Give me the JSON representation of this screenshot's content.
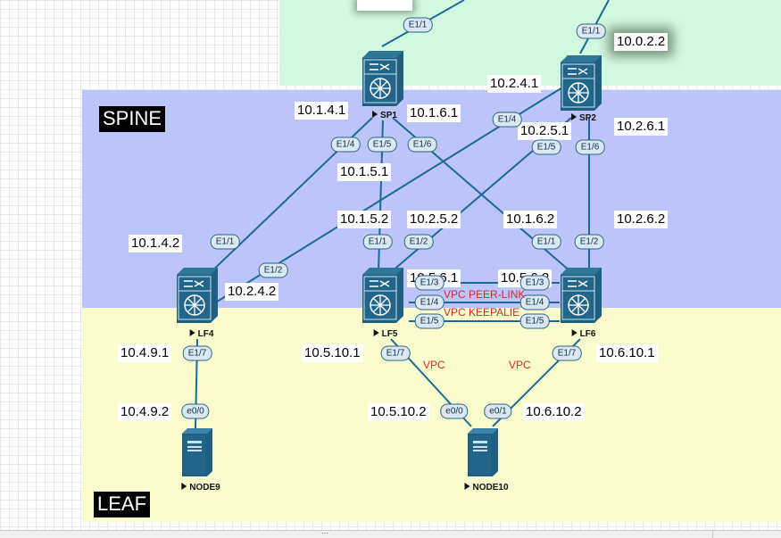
{
  "zones": {
    "spine_title": "SPINE",
    "leaf_title": "LEAF",
    "colors": {
      "top": "#d3f8e0",
      "spine": "#bcc4f9",
      "leaf": "#fbfccd"
    }
  },
  "devices": {
    "sp1": "SP1",
    "sp2": "SP2",
    "lf4": "LF4",
    "lf5": "LF5",
    "lf6": "LF6",
    "node9": "NODE9",
    "node10": "NODE10"
  },
  "ips": {
    "sp2_top": "10.0.2.2",
    "sp1_e14": "10.1.4.1",
    "sp1_e16": "10.1.6.1",
    "sp2_e14": "10.2.4.1",
    "sp2_e15": "10.2.5.1",
    "sp2_e16": "10.2.6.1",
    "sp1_e15": "10.1.5.1",
    "lf4_e11": "10.1.4.2",
    "lf5_e11": "10.1.5.2",
    "lf5_e12": "10.2.5.2",
    "lf6_e11": "10.1.6.2",
    "lf6_e12": "10.2.6.2",
    "lf4_e12": "10.2.4.2",
    "lf5_e13": "10.5.6.1",
    "lf6_e13": "10.5.6.2",
    "lf4_e17": "10.4.9.1",
    "lf5_e17": "10.5.10.1",
    "lf6_e17": "10.6.10.1",
    "node9_e00": "10.4.9.2",
    "node10_e00": "10.5.10.2",
    "node10_e01": "10.6.10.2"
  },
  "ports": {
    "sp1_top": "E1/1",
    "sp2_top": "E1/1",
    "sp1_e14": "E1/4",
    "sp1_e15": "E1/5",
    "sp1_e16": "E1/6",
    "sp2_e14": "E1/4",
    "sp2_e15": "E1/5",
    "sp2_e16": "E1/6",
    "lf4_e11": "E1/1",
    "lf4_e12": "E1/2",
    "lf5_e11": "E1/1",
    "lf5_e12": "E1/2",
    "lf6_e11": "E1/1",
    "lf6_e12": "E1/2",
    "lf5_e13": "E1/3",
    "lf5_e14": "E1/4",
    "lf5_e15": "E1/5",
    "lf6_e13": "E1/3",
    "lf6_e14": "E1/4",
    "lf6_e15": "E1/5",
    "lf4_e17": "E1/7",
    "lf5_e17": "E1/7",
    "lf6_e17": "E1/7",
    "node9_e00": "e0/0",
    "node10_e00": "e0/0",
    "node10_e01": "e0/1"
  },
  "notes": {
    "peer_link": "VPC PEER-LINK",
    "keepalive": "VPC KEEPALIE",
    "vpc_left": "VPC",
    "vpc_right": "VPC"
  },
  "link_color": "#1a6a96",
  "icons": {
    "switch": "nexus-switch-icon",
    "server": "server-icon"
  }
}
